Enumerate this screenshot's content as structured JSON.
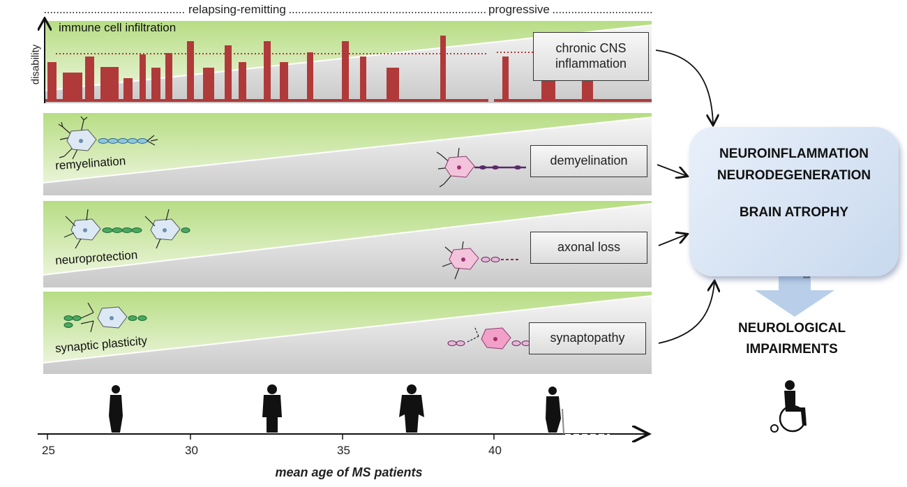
{
  "phases": {
    "relapsing": "relapsing-remitting",
    "progressive": "progressive"
  },
  "top_panel": {
    "title": "immune cell infiltration",
    "y_axis_label": "disability",
    "box": "chronic CNS inflammation"
  },
  "panels": [
    {
      "left_label": "remyelination",
      "box": "demyelination"
    },
    {
      "left_label": "neuroprotection",
      "box": "axonal loss"
    },
    {
      "left_label": "synaptic plasticity",
      "box": "synaptopathy"
    }
  ],
  "hub": {
    "line1": "NEUROINFLAMMATION",
    "line2": "NEURODEGENERATION",
    "line3": "BRAIN ATROPHY"
  },
  "outcome": {
    "line1": "NEUROLOGICAL",
    "line2": "IMPAIRMENTS"
  },
  "x_axis": {
    "title": "mean age of MS patients",
    "ticks": [
      "25",
      "30",
      "35",
      "40"
    ]
  },
  "colors": {
    "bar": "#b03a3a",
    "green": "#c5e59a",
    "gray": "#d9d9d9",
    "hub": "#cddcef",
    "arrow": "#b9cfe9"
  },
  "icons": [
    "neuron-icon",
    "brain-icon",
    "person-icon",
    "wheelchair-icon",
    "curved-arrow-icon"
  ]
}
